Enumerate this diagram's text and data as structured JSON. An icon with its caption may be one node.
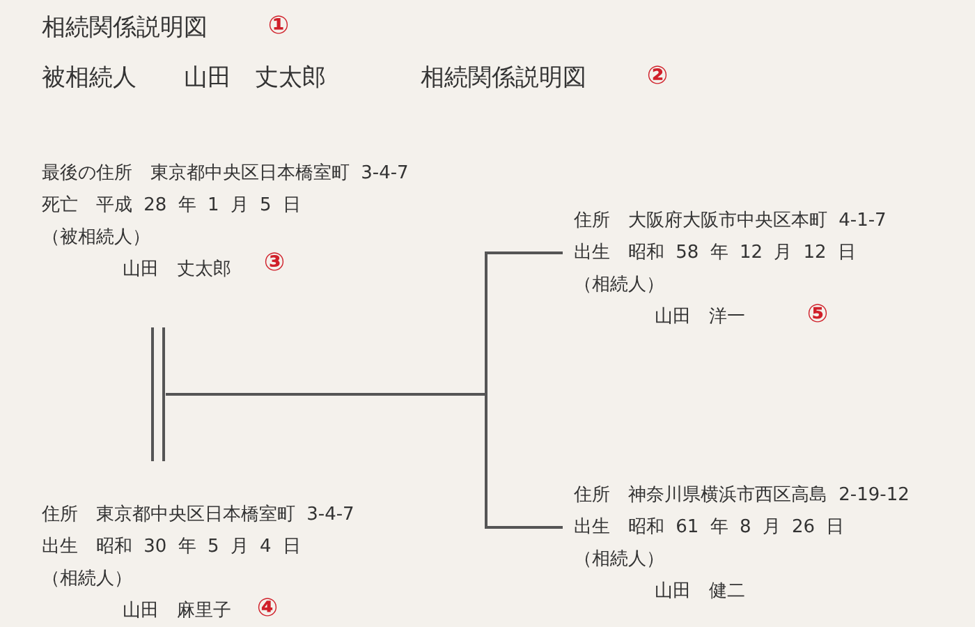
{
  "diagram": {
    "title": "相続関係説明図",
    "nodes": [
      {
        "text": [
          "最後の住所　東京都中央区日本橋室町 3-4-7",
          "死亡　平成 28 年 1 月 5 日",
          "（被相続人）",
          "山田　丈太郎"
        ]
      },
      {
        "text": [],
        "shape": "bar"
      },
      {
        "text": [
          "住所　東京都中央区日本橋室町 3-4-7",
          "出生　昭和 30 年 5 月 4 日",
          "（相続人）",
          "山田　麻里子"
        ]
      },
      {
        "text": [
          "住所　大阪府大阪市中央区本町 4-1-7",
          "出生　昭和 58 年 12 月 12 日",
          "（相続人）",
          "山田　洋一"
        ]
      },
      {
        "text": [
          "住所　神奈川県横浜市西区高島 2-19-12",
          "出生　昭和 61 年 8 月 26 日",
          "（相続人）",
          "山田　健二"
        ]
      }
    ],
    "edges": [
      {
        "from": 1,
        "to": 3,
        "arrow": "none"
      },
      {
        "from": 1,
        "to": 4,
        "arrow": "none"
      }
    ],
    "labels": [
      "①",
      "被相続人　　山田　丈太郎",
      "相続関係説明図",
      "②",
      "③",
      "⑤",
      "④"
    ]
  }
}
